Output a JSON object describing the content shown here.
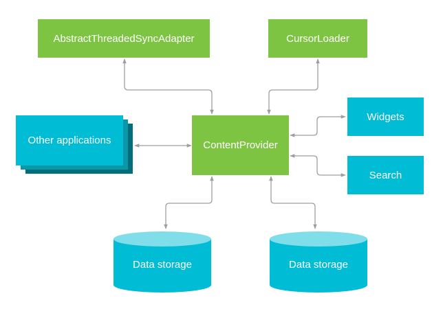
{
  "colors": {
    "green_box": "#7dc442",
    "cyan_box": "#00bcd4",
    "cyan_shadow_mid": "#0b97a8",
    "cyan_shadow_dark": "#006f7b",
    "cylinder_top": "#80deea",
    "connector": "#9e9e9e",
    "text": "#ffffff"
  },
  "nodes": {
    "sync_adapter": "AbstractThreadedSyncAdapter",
    "cursor_loader": "CursorLoader",
    "other_apps": "Other applications",
    "content_provider": "ContentProvider",
    "widgets": "Widgets",
    "search": "Search",
    "storage_left": "Data storage",
    "storage_right": "Data storage"
  },
  "icons": {
    "connector_arrowheads": "double-headed-arrow-icon"
  }
}
